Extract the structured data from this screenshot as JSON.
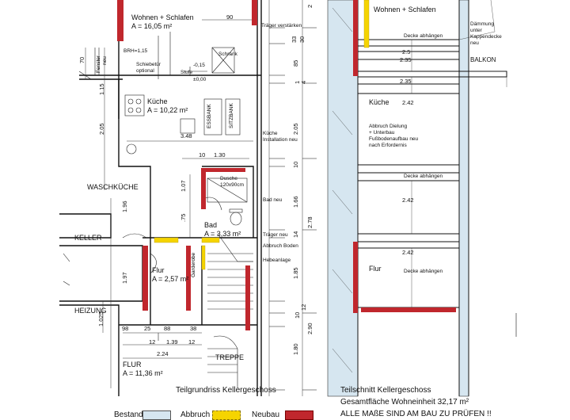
{
  "plan": {
    "rooms": {
      "wohnen": "Wohnen + Schlafen",
      "wohnen_area": "A = 16,05 m²",
      "kueche": "Küche",
      "kueche_area": "A = 10,22 m²",
      "waschkueche": "WASCHKÜCHE",
      "keller": "KELLER",
      "heizung": "HEIZUNG",
      "flur": "Flur",
      "flur_area": "A = 2,57 m²",
      "bad": "Bad",
      "bad_area": "A = 3,33 m²",
      "flur2": "FLUR",
      "flur2_area": "A = 11,36 m²",
      "treppe": "TREPPE"
    },
    "notes": {
      "traeger_verstaerken": "Träger verstärken",
      "schrank": "Schrank",
      "schiebetuer1": "Schiebetür",
      "schiebetuer2": "optional",
      "brh": "BRH=1,15",
      "fenster1": "Fenster",
      "fenster2": "neu",
      "stufe": "Stufe",
      "essbank": "ESSBANK",
      "sitzbank": "SITZBANK",
      "kueche_inst1": "Küche",
      "kueche_inst2": "Installation neu",
      "dusche1": "Dusche",
      "dusche2": "120x90cm",
      "bad_neu": "Bad neu",
      "traeger_neu": "Träger neu",
      "abbruch_boden": "Abbruch Boden",
      "hebeanlage": "Hebeanlage",
      "garderobe": "Garderobe",
      "elev1": "±0,00",
      "elev2": "-0,15"
    },
    "dims_v": [
      "70",
      "1.15",
      "2.05",
      "1.96",
      "1.97",
      "1.025",
      "1.07",
      ".75"
    ],
    "dims_h": [
      "90",
      "3.48",
      "10",
      "1.30",
      "98",
      "25",
      "88",
      "38",
      "12",
      "1.39",
      "12",
      "2.24"
    ],
    "right_dims": [
      "33",
      "30",
      "85",
      "1",
      "4",
      "2.05",
      "10",
      "1.66",
      "14",
      "1.85",
      "10",
      "12",
      "1.80",
      "2.78",
      "2.90",
      "2"
    ],
    "caption": "Teilgrundriss Kellergeschoss"
  },
  "section": {
    "wohnen": "Wohnen + Schlafen",
    "daemmung1": "Dämmung",
    "daemmung2": "unter",
    "daemmung3": "Kappendecke",
    "daemmung4": "neu",
    "balkon": "BALKON",
    "decke1": "Decke abhängen",
    "dim_a": "2.5",
    "dim_b": "2.35",
    "dim_c": "2.35",
    "kueche": "Küche",
    "dim_d": "2.42",
    "abbruch1": "Abbruch Dielung",
    "abbruch2": "+ Unterbau",
    "abbruch3": "Fußbodenaufbau neu",
    "abbruch4": "nach Erfordernis",
    "decke2": "Decke abhängen",
    "dim_e": "2.42",
    "dim_f": "2.42",
    "flur": "Flur",
    "decke3": "Decke abhängen",
    "caption1": "Teilschnitt Kellergeschoss",
    "caption2": "Gesamtfläche Wohneinheit 32,17 m²",
    "caption3": "ALLE MAßE SIND AM BAU ZU PRÜFEN !!"
  },
  "legend": {
    "bestand": "Bestand",
    "abbruch": "Abbruch",
    "neubau": "Neubau",
    "colors": {
      "bestand": "#d6e6f0",
      "abbruch": "#f5d400",
      "neubau": "#c0272d"
    }
  }
}
